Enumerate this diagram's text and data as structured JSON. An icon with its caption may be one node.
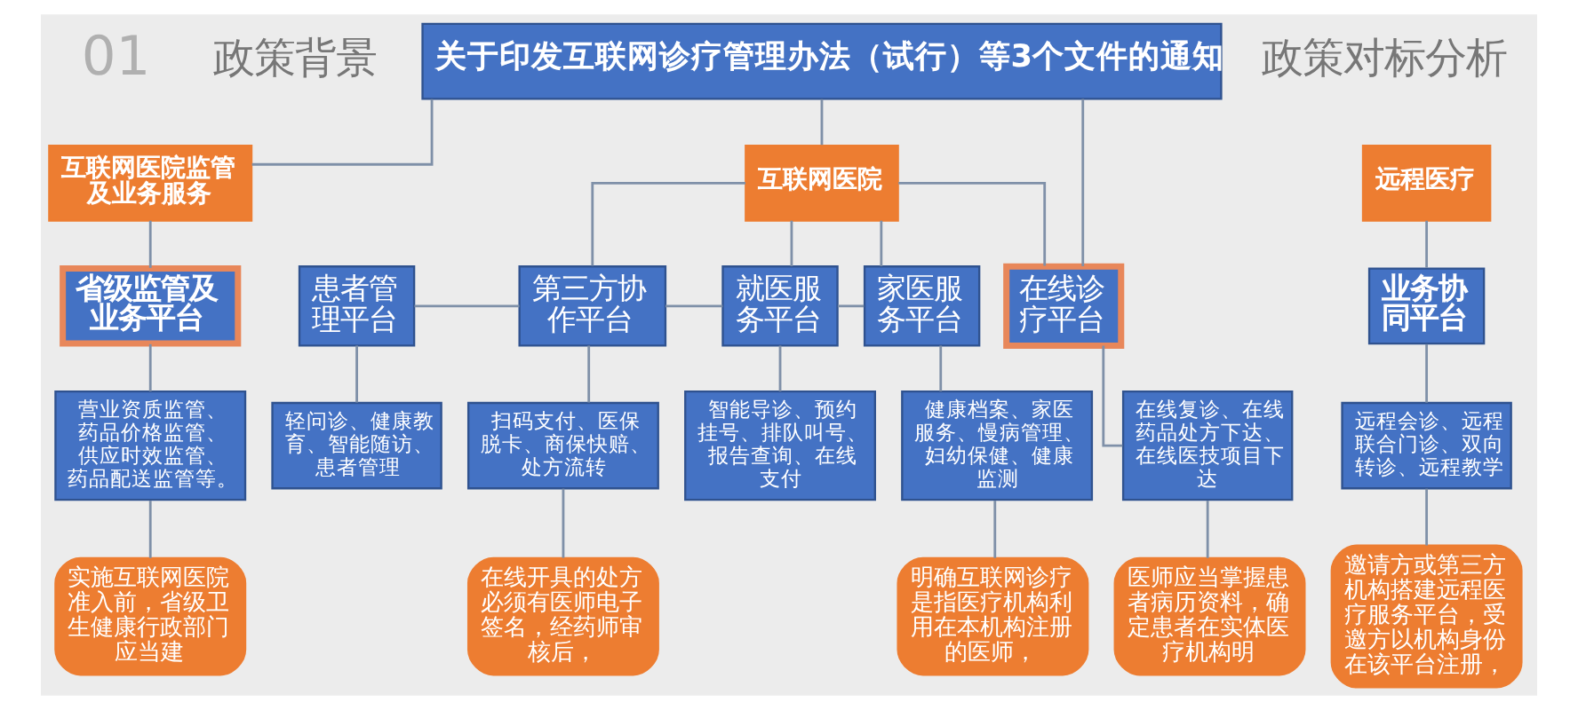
{
  "diagram": {
    "nodes": [
      {
        "text": [
          "关于印发互联网诊疗管理办法（试行）等3个文件的通知"
        ]
      },
      {
        "text": [
          "互联网医院监管及业务服务"
        ]
      },
      {
        "text": [
          "互联网医院"
        ]
      },
      {
        "text": [
          "远程医疗"
        ]
      },
      {
        "text": [
          "省级监管及业务平台"
        ]
      },
      {
        "text": [
          "患者管理平台"
        ]
      },
      {
        "text": [
          "第三方协作平台"
        ]
      },
      {
        "text": [
          "就医服务平台"
        ]
      },
      {
        "text": [
          "家医服务平台"
        ]
      },
      {
        "text": [
          "在线诊疗平台"
        ]
      },
      {
        "text": [
          "业务协同平台"
        ]
      },
      {
        "text": [
          "营业资质监管、药品价格监管、供应时效监管、药品配送监管等。"
        ]
      },
      {
        "text": [
          "轻问诊、健康教育、智能随访、患者管理"
        ]
      },
      {
        "text": [
          "扫码支付、医保脱卡、商保快赔、处方流转"
        ]
      },
      {
        "text": [
          "智能导诊、预约挂号、排队叫号、报告查询、在线支付"
        ]
      },
      {
        "text": [
          "健康档案、家医服务、慢病管理、妇幼保健、健康监测"
        ]
      },
      {
        "text": [
          "在线复诊、在线药品处方下达、在线医技项目下达"
        ]
      },
      {
        "text": [
          "远程会诊、远程联合门诊、双向转诊、远程教学"
        ]
      },
      {
        "text": [
          "实施互联网医院准入前，省级卫生健康行政部门应当建"
        ]
      },
      {
        "text": [
          "在线开具的处方必须有医师电子签名，经药师审核后，"
        ]
      },
      {
        "text": [
          "明确互联网诊疗是指医疗机构利用在本机构注册的医师，"
        ]
      },
      {
        "text": [
          "医师应当掌握患者病历资料，确定患者在实体医疗机构明"
        ]
      },
      {
        "text": [
          "邀请方或第三方机构搭建远程医疗服务平台，受邀方以机构身份在该平台注册，"
        ]
      }
    ],
    "edges": [
      {
        "from": 0,
        "to": 1,
        "arrow": "none"
      },
      {
        "from": 0,
        "to": 2,
        "arrow": "none"
      },
      {
        "from": 0,
        "to": 9,
        "arrow": "none"
      },
      {
        "from": 1,
        "to": 4,
        "arrow": "none"
      },
      {
        "from": 2,
        "to": 6,
        "arrow": "none"
      },
      {
        "from": 2,
        "to": 7,
        "arrow": "none"
      },
      {
        "from": 2,
        "to": 8,
        "arrow": "none"
      },
      {
        "from": 2,
        "to": 9,
        "arrow": "none"
      },
      {
        "from": 3,
        "to": 10,
        "arrow": "none"
      },
      {
        "from": 5,
        "to": 6,
        "arrow": "none"
      },
      {
        "from": 6,
        "to": 7,
        "arrow": "none"
      },
      {
        "from": 7,
        "to": 8,
        "arrow": "none"
      },
      {
        "from": 4,
        "to": 11,
        "arrow": "none"
      },
      {
        "from": 5,
        "to": 12,
        "arrow": "none"
      },
      {
        "from": 6,
        "to": 13,
        "arrow": "none"
      },
      {
        "from": 7,
        "to": 14,
        "arrow": "none"
      },
      {
        "from": 8,
        "to": 15,
        "arrow": "none"
      },
      {
        "from": 9,
        "to": 16,
        "arrow": "none"
      },
      {
        "from": 10,
        "to": 17,
        "arrow": "none"
      },
      {
        "from": 11,
        "to": 18,
        "arrow": "none"
      },
      {
        "from": 13,
        "to": 19,
        "arrow": "none"
      },
      {
        "from": 15,
        "to": 20,
        "arrow": "none"
      },
      {
        "from": 16,
        "to": 21,
        "arrow": "none"
      },
      {
        "from": 17,
        "to": 22,
        "arrow": "none"
      }
    ],
    "labels": [
      "01",
      "政策背景",
      "政策对标分析"
    ]
  }
}
